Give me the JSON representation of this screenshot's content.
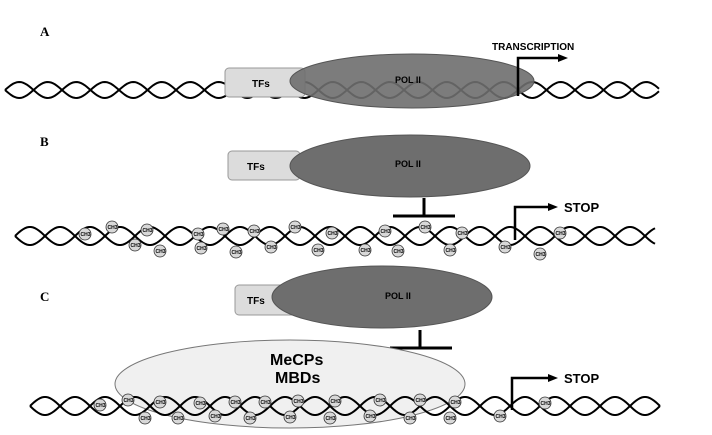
{
  "panels": [
    {
      "label": "A",
      "tfs": "TFs",
      "pol": "POL II",
      "arrow_text": "TRANSCRIPTION"
    },
    {
      "label": "B",
      "tfs": "TFs",
      "pol": "POL II",
      "arrow_text": "STOP"
    },
    {
      "label": "C",
      "tfs": "TFs",
      "pol": "POL II",
      "arrow_text": "STOP",
      "binding_top": "MeCPs",
      "binding_bottom": "MBDs"
    }
  ],
  "methyl_label": "CH3",
  "colors": {
    "pol": "#6e6e6e",
    "tfs": "#dcdcdc",
    "methyl": "#d8d8d8",
    "mbd": "#f0f0f0"
  }
}
